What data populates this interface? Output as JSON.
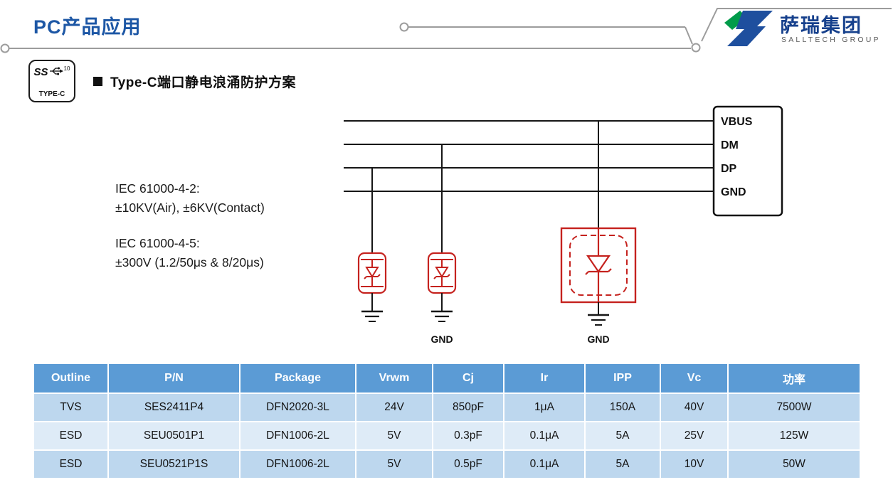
{
  "header": {
    "title": "PC产品应用"
  },
  "logo": {
    "name": "萨瑞集团",
    "subtitle": "SALLTECH GROUP"
  },
  "typec": {
    "ss": "SS",
    "sup": "10",
    "label": "TYPE-C"
  },
  "section": {
    "heading": "Type-C端口静电浪涌防护方案"
  },
  "diagram": {
    "signals": [
      "VBUS",
      "DM",
      "DP",
      "GND"
    ],
    "notes": [
      "IEC 61000-4-2:",
      "±10KV(Air), ±6KV(Contact)",
      "IEC 61000-4-5:",
      "±300V (1.2/50μs & 8/20μs)"
    ],
    "ground_labels": [
      "GND",
      "GND"
    ]
  },
  "table": {
    "headers": [
      "Outline",
      "P/N",
      "Package",
      "Vrwm",
      "Cj",
      "Ir",
      "IPP",
      "Vc",
      "功率"
    ],
    "rows": [
      [
        "TVS",
        "SES2411P4",
        "DFN2020-3L",
        "24V",
        "850pF",
        "1μA",
        "150A",
        "40V",
        "7500W"
      ],
      [
        "ESD",
        "SEU0501P1",
        "DFN1006-2L",
        "5V",
        "0.3pF",
        "0.1μA",
        "5A",
        "25V",
        "125W"
      ],
      [
        "ESD",
        "SEU0521P1S",
        "DFN1006-2L",
        "5V",
        "0.5pF",
        "0.1μA",
        "5A",
        "10V",
        "50W"
      ]
    ]
  },
  "colors": {
    "accent_blue": "#1D57A5",
    "logo_blue": "#16408C",
    "logo_green": "#009B4A",
    "table_header": "#5B9BD5",
    "row_band_a": "#BDD7EE",
    "row_band_b": "#DEEBF7",
    "component_red": "#C5221E"
  }
}
